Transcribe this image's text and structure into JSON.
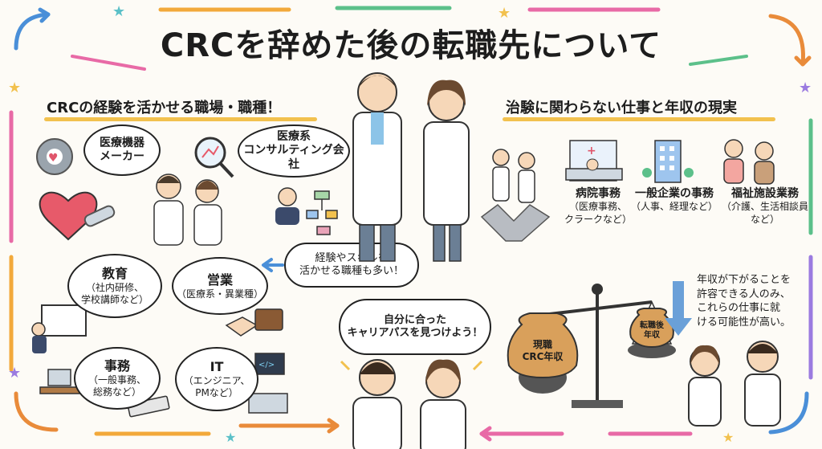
{
  "title": "CRCを辞めた後の転職先について",
  "left_section": {
    "heading": "CRCの経験を活かせる職場・職種！",
    "bubbles": [
      {
        "title": "医療機器",
        "sub": "メーカー"
      },
      {
        "title": "医療系",
        "sub": "コンサルティング会社"
      },
      {
        "title": "教育",
        "sub": "（社内研修、\n学校講師など）"
      },
      {
        "title": "営業",
        "sub": "（医療系・異業種）"
      },
      {
        "title": "事務",
        "sub": "（一般事務、\n総務など）"
      },
      {
        "title": "IT",
        "sub": "（エンジニア、\nPMなど）"
      }
    ],
    "callout": "経験やスキルを\n活かせる職種も多い！"
  },
  "right_section": {
    "heading": "治験に関わらない仕事と年収の現実",
    "jobs": [
      {
        "title": "病院事務",
        "sub": "（医療事務、\nクラークなど）"
      },
      {
        "title": "一般企業の事務",
        "sub": "（人事、経理など）"
      },
      {
        "title": "福祉施設業務",
        "sub": "（介護、生活相談員\nなど）"
      }
    ],
    "note": "年収が下がることを\n許容できる人のみ、\nこれらの仕事に就\nける可能性が高い。",
    "scale": {
      "left_bag": "現職\nCRC年収",
      "right_bag": "転職後\n年収"
    }
  },
  "center": {
    "callout": "自分に合った\nキャリアパスを見つけよう！"
  },
  "colors": {
    "accent": "#f2c14e",
    "arrow": "#e98b3a",
    "bag": "#d9a05b"
  }
}
